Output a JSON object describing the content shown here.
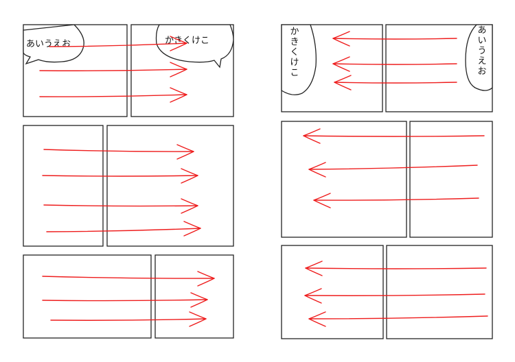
{
  "left_page": {
    "bubble_1": "あいうえお",
    "bubble_2": "かきくけこ"
  },
  "right_page": {
    "bubble_1": "かきくけこ",
    "bubble_2": "あいうえお"
  },
  "colors": {
    "arrow": "#ee1c1c",
    "frame": "#222222",
    "background": "#ffffff"
  }
}
